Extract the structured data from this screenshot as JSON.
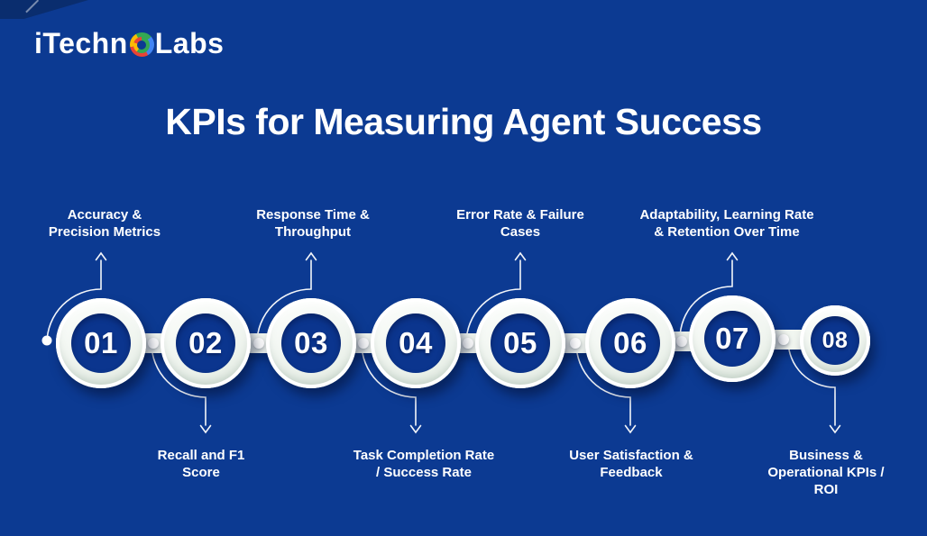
{
  "logo": {
    "text_prefix": "iTechn",
    "text_suffix": "Labs",
    "o_icon": "multicolor-ring"
  },
  "title": "KPIs for Measuring Agent Success",
  "steps": [
    {
      "number": "01",
      "label_lines": [
        "Accuracy &",
        "Precision Metrics"
      ],
      "label_position": "top"
    },
    {
      "number": "02",
      "label_lines": [
        "Recall and F1",
        "Score"
      ],
      "label_position": "bottom"
    },
    {
      "number": "03",
      "label_lines": [
        "Response Time &",
        "Throughput"
      ],
      "label_position": "top"
    },
    {
      "number": "04",
      "label_lines": [
        "Task Completion Rate",
        "/ Success Rate"
      ],
      "label_position": "bottom"
    },
    {
      "number": "05",
      "label_lines": [
        "Error Rate & Failure",
        "Cases"
      ],
      "label_position": "top"
    },
    {
      "number": "06",
      "label_lines": [
        "User Satisfaction &",
        "Feedback"
      ],
      "label_position": "bottom"
    },
    {
      "number": "07",
      "label_lines": [
        "Adaptability, Learning Rate",
        "& Retention Over Time"
      ],
      "label_position": "top"
    },
    {
      "number": "08",
      "label_lines": [
        "Business &",
        "Operational KPIs /",
        "ROI"
      ],
      "label_position": "bottom"
    }
  ],
  "colors": {
    "background": "#0c3a92",
    "corner_fold": "#0a2d6e",
    "title_text": "#ffffff",
    "label_text": "#ffffff",
    "circle_ring": "#f1f6f0",
    "circle_inner_disc": "#0b358e",
    "number_text": "#ffffff",
    "arrow_line": "#ffffff",
    "logo_ring_colors": [
      "#ea4335",
      "#fbbc05",
      "#34a853",
      "#4285f4"
    ]
  }
}
